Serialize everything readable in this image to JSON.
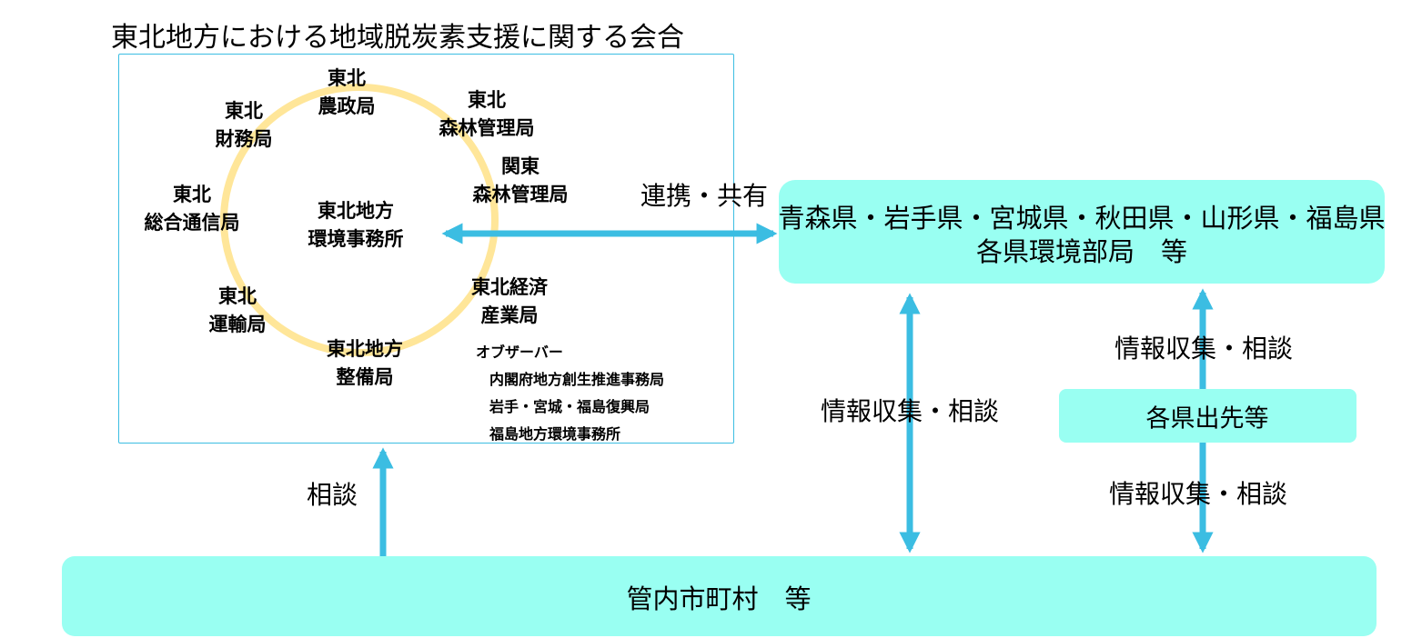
{
  "title": "東北地方における地域脱炭素支援に関する会合",
  "meeting": {
    "center": [
      "東北地方",
      "環境事務所"
    ],
    "members": [
      {
        "id": "nosei",
        "lines": [
          "東北",
          "農政局"
        ]
      },
      {
        "id": "shinrin-tohoku",
        "lines": [
          "東北",
          "森林管理局"
        ]
      },
      {
        "id": "zaimu",
        "lines": [
          "東北",
          "財務局"
        ]
      },
      {
        "id": "shinrin-kanto",
        "lines": [
          "関東",
          "森林管理局"
        ]
      },
      {
        "id": "tsushin",
        "lines": [
          "東北",
          "総合通信局"
        ]
      },
      {
        "id": "unyu",
        "lines": [
          "東北",
          "運輸局"
        ]
      },
      {
        "id": "keizai",
        "lines": [
          "東北経済",
          "産業局"
        ]
      },
      {
        "id": "seibi",
        "lines": [
          "東北地方",
          "整備局"
        ]
      }
    ],
    "observer_label": "オブザーバー",
    "observers": [
      "内閣府地方創生推進事務局",
      "岩手・宮城・福島復興局",
      "福島地方環境事務所"
    ]
  },
  "prefectures": {
    "line1": "青森県・岩手県・宮城県・秋田県・山形県・福島県",
    "line2": "各県環境部局　等"
  },
  "branch_offices": "各県出先等",
  "municipalities": "管内市町村　等",
  "arrows": {
    "cooperate": "連携・共有",
    "consult": "相談",
    "info_municipal_pref": "情報収集・相談",
    "info_branch_pref": "情報収集・相談",
    "info_municipal_branch": "情報収集・相談"
  },
  "colors": {
    "box": "#99fff2",
    "arrow": "#3bbde2",
    "circle": "#ffe699",
    "frame": "#3bbde2"
  }
}
